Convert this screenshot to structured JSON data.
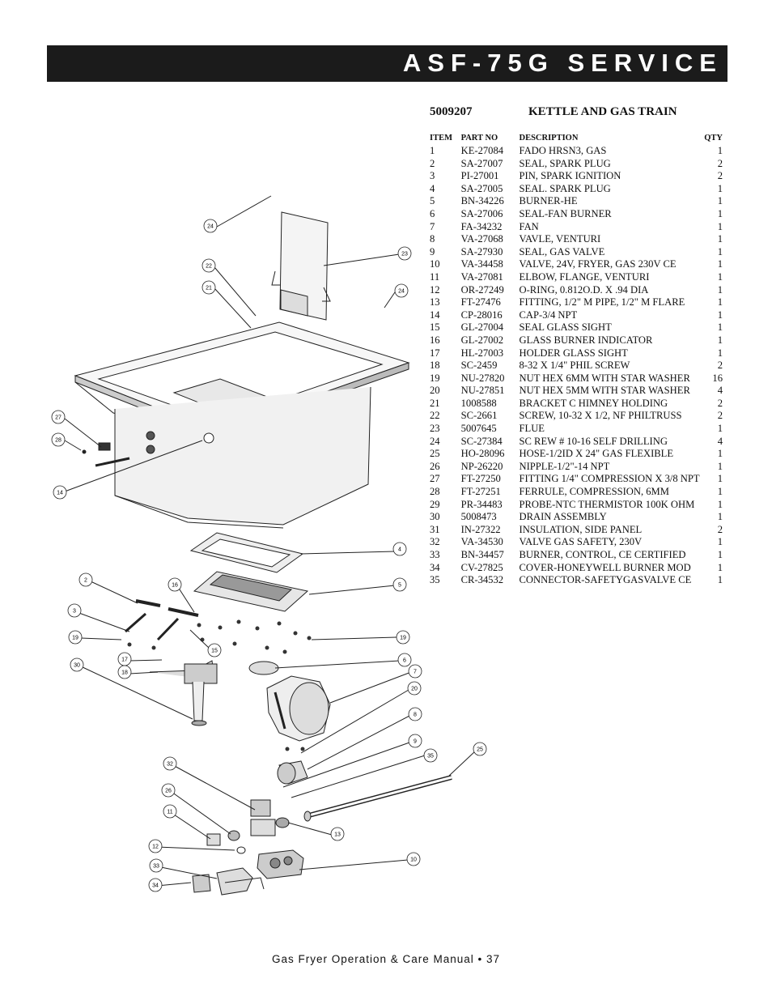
{
  "header": {
    "title": "ASF-75G SERVICE"
  },
  "section": {
    "number": "5009207",
    "title": "KETTLE AND GAS TRAIN"
  },
  "table": {
    "headers": {
      "item": "ITEM",
      "part": "PART NO",
      "desc": "DESCRIPTION",
      "qty": "QTY"
    },
    "rows": [
      {
        "item": "1",
        "part": "KE-27084",
        "desc": "FADO HRSN3, GAS",
        "qty": "1"
      },
      {
        "item": "2",
        "part": "SA-27007",
        "desc": "SEAL, SPARK PLUG",
        "qty": "2"
      },
      {
        "item": "3",
        "part": "PI-27001",
        "desc": "PIN, SPARK IGNITION",
        "qty": "2"
      },
      {
        "item": "4",
        "part": "SA-27005",
        "desc": "SEAL. SPARK PLUG",
        "qty": "1"
      },
      {
        "item": "5",
        "part": "BN-34226",
        "desc": "BURNER-HE",
        "qty": "1"
      },
      {
        "item": "6",
        "part": "SA-27006",
        "desc": "SEAL-FAN BURNER",
        "qty": "1"
      },
      {
        "item": "7",
        "part": "FA-34232",
        "desc": "FAN",
        "qty": "1"
      },
      {
        "item": "8",
        "part": "VA-27068",
        "desc": "VAVLE, VENTURI",
        "qty": "1"
      },
      {
        "item": "9",
        "part": "SA-27930",
        "desc": "SEAL, GAS VALVE",
        "qty": "1"
      },
      {
        "item": "10",
        "part": "VA-34458",
        "desc": "VALVE, 24V, FRYER, GAS 230V CE",
        "qty": "1"
      },
      {
        "item": "11",
        "part": "VA-27081",
        "desc": "ELBOW, FLANGE, VENTURI",
        "qty": "1"
      },
      {
        "item": "12",
        "part": "OR-27249",
        "desc": "O-RING, 0.812O.D. X .94 DIA",
        "qty": "1"
      },
      {
        "item": "13",
        "part": "FT-27476",
        "desc": "FITTING, 1/2\" M PIPE, 1/2\" M FLARE",
        "qty": "1"
      },
      {
        "item": "14",
        "part": "CP-28016",
        "desc": "CAP-3/4 NPT",
        "qty": "1"
      },
      {
        "item": "15",
        "part": "GL-27004",
        "desc": "SEAL GLASS SIGHT",
        "qty": "1"
      },
      {
        "item": "16",
        "part": "GL-27002",
        "desc": "GLASS BURNER INDICATOR",
        "qty": "1"
      },
      {
        "item": "17",
        "part": "HL-27003",
        "desc": "HOLDER GLASS SIGHT",
        "qty": "1"
      },
      {
        "item": "18",
        "part": "SC-2459",
        "desc": "8-32 X 1/4\" PHIL SCREW",
        "qty": "2"
      },
      {
        "item": "19",
        "part": "NU-27820",
        "desc": "NUT HEX 6MM WITH STAR WASHER",
        "qty": "16"
      },
      {
        "item": "20",
        "part": "NU-27851",
        "desc": "NUT HEX 5MM WITH STAR WASHER",
        "qty": "4"
      },
      {
        "item": "21",
        "part": "1008588",
        "desc": "BRACKET C HIMNEY HOLDING",
        "qty": "2"
      },
      {
        "item": "22",
        "part": "SC-2661",
        "desc": "SCREW, 10-32 X 1/2, NF PHILTRUSS",
        "qty": "2"
      },
      {
        "item": "23",
        "part": "5007645",
        "desc": "FLUE",
        "qty": "1"
      },
      {
        "item": "24",
        "part": "SC-27384",
        "desc": "SC REW # 10-16 SELF DRILLING",
        "qty": "4"
      },
      {
        "item": "25",
        "part": "HO-28096",
        "desc": "HOSE-1/2ID X 24\" GAS FLEXIBLE",
        "qty": "1"
      },
      {
        "item": "26",
        "part": "NP-26220",
        "desc": "NIPPLE-1/2\"-14 NPT",
        "qty": "1"
      },
      {
        "item": "27",
        "part": "FT-27250",
        "desc": "FITTING 1/4\" COMPRESSION X 3/8 NPT",
        "qty": "1"
      },
      {
        "item": "28",
        "part": "FT-27251",
        "desc": "FERRULE, COMPRESSION, 6MM",
        "qty": "1"
      },
      {
        "item": "29",
        "part": "PR-34483",
        "desc": "PROBE-NTC THERMISTOR 100K OHM",
        "qty": "1"
      },
      {
        "item": "30",
        "part": "5008473",
        "desc": "DRAIN ASSEMBLY",
        "qty": "1"
      },
      {
        "item": "31",
        "part": "IN-27322",
        "desc": "INSULATION, SIDE PANEL",
        "qty": "2"
      },
      {
        "item": "32",
        "part": "VA-34530",
        "desc": "VALVE GAS SAFETY, 230V",
        "qty": "1"
      },
      {
        "item": "33",
        "part": "BN-34457",
        "desc": "BURNER, CONTROL, CE CERTIFIED",
        "qty": "1"
      },
      {
        "item": "34",
        "part": "CV-27825",
        "desc": "COVER-HONEYWELL BURNER MOD",
        "qty": "1"
      },
      {
        "item": "35",
        "part": "CR-34532",
        "desc": "CONNECTOR-SAFETYGASVALVE CE",
        "qty": "1"
      }
    ]
  },
  "callouts": [
    "24",
    "23",
    "22",
    "21",
    "24",
    "27",
    "28",
    "14",
    "4",
    "5",
    "2",
    "16",
    "3",
    "19",
    "15",
    "19",
    "17",
    "18",
    "30",
    "6",
    "7",
    "20",
    "8",
    "9",
    "35",
    "25",
    "32",
    "26",
    "11",
    "13",
    "12",
    "33",
    "10",
    "34"
  ],
  "footer": {
    "text": "Gas Fryer Operation & Care Manual • 37"
  }
}
